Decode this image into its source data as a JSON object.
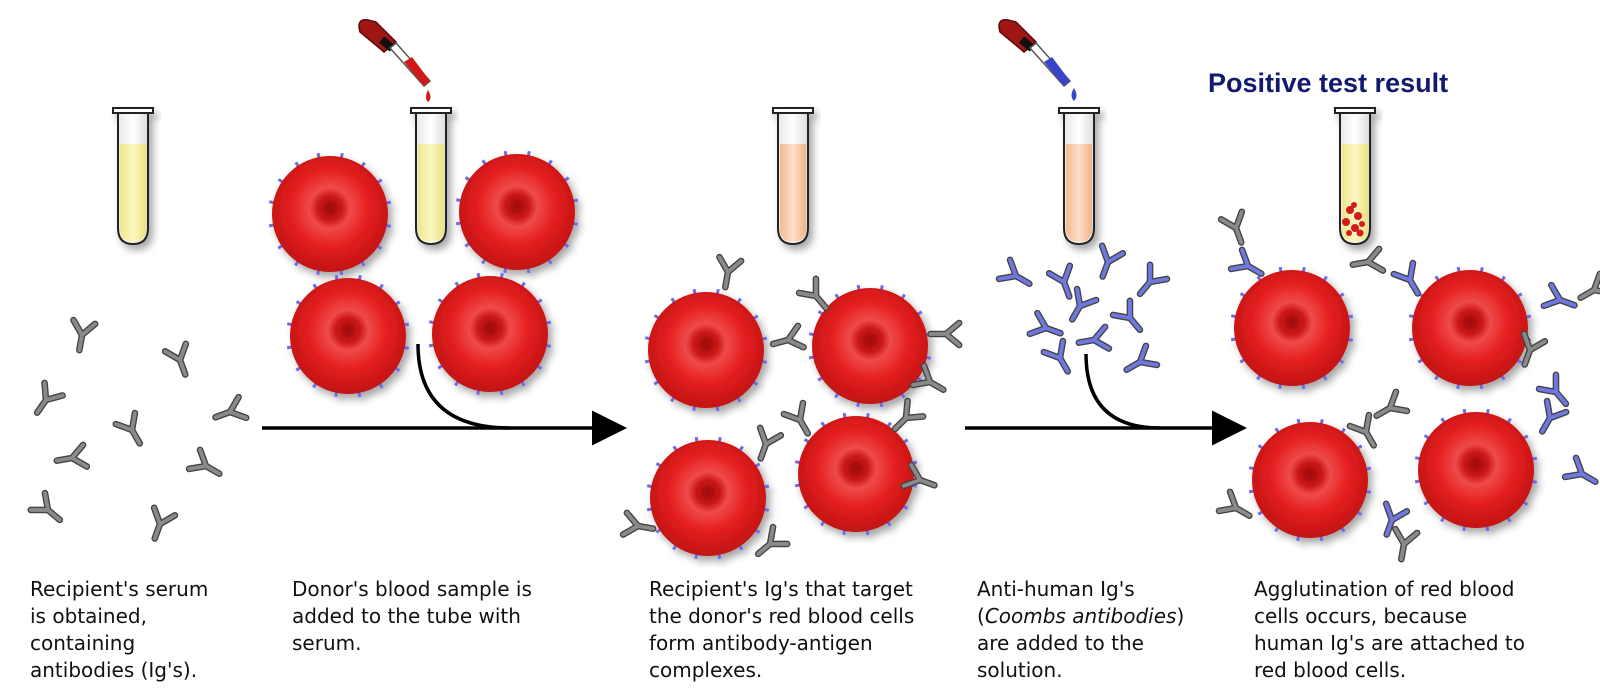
{
  "title": "Positive test result",
  "captions": [
    {
      "lines": [
        "Recipient's serum",
        "is obtained,",
        "containing",
        "antibodies (Ig's)."
      ]
    },
    {
      "lines": [
        "Donor's blood sample is",
        "added to the tube with",
        "serum."
      ]
    },
    {
      "lines": [
        "Recipient's Ig's that target",
        "the donor's red blood cells",
        "form antibody-antigen",
        "complexes."
      ]
    },
    {
      "lines_rich": [
        [
          "Anti-human Ig's"
        ],
        [
          "(",
          "Coombs antibodies",
          ")"
        ],
        [
          "are added to the"
        ],
        [
          "solution."
        ]
      ]
    },
    {
      "lines": [
        "Agglutination of red blood",
        "cells occurs, because",
        "human Ig's are attached to",
        "red blood cells."
      ]
    }
  ],
  "colors": {
    "red_blood_cell": "#e01b1b",
    "antigen": "#6a6ae8",
    "recipient_antibody": "#8a8a8a",
    "coombs_antibody": "#6f78e0",
    "serum": "#f7f2a6",
    "serum_with_donor": "#f8c9a6",
    "dropper_bulb": "#a01515",
    "title": "#111a6e"
  }
}
